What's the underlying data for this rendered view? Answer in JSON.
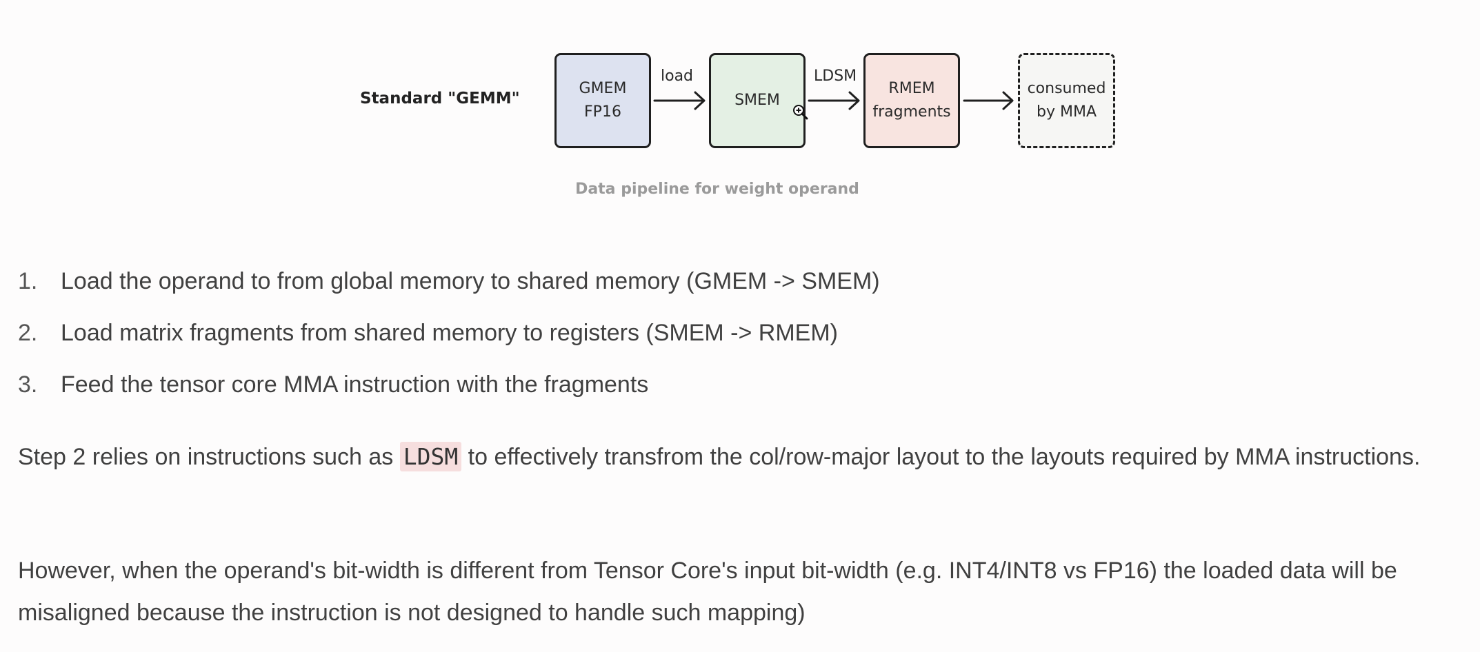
{
  "diagram": {
    "row_label": "Standard \"GEMM\"",
    "boxes": {
      "gmem": [
        "GMEM",
        "FP16"
      ],
      "smem": [
        "SMEM"
      ],
      "rmem": [
        "RMEM",
        "fragments"
      ],
      "mma": [
        "consumed",
        "by MMA"
      ]
    },
    "arrow_labels": {
      "load": "load",
      "ldsm": "LDSM"
    },
    "caption": "Data pipeline for weight operand",
    "colors": {
      "gmem": "#dde2f0",
      "smem": "#e4f0e4",
      "rmem": "#f8e4e0",
      "mma": "#f6f6f4"
    }
  },
  "steps": [
    {
      "num": "1.",
      "text": "Load the operand to from global memory to shared memory (GMEM -> SMEM)"
    },
    {
      "num": "2.",
      "text": "Load matrix fragments from shared memory to registers (SMEM -> RMEM)"
    },
    {
      "num": "3.",
      "text": "Feed the tensor core MMA instruction with the fragments"
    }
  ],
  "paragraph1": {
    "before": "Step 2 relies on instructions such as ",
    "code": "LDSM",
    "after": " to effectively transfrom the col/row-major layout to the layouts required by MMA instructions."
  },
  "paragraph2": "However, when the operand's bit-width is different from Tensor Core's input bit-width (e.g. INT4/INT8 vs FP16) the loaded data will be misaligned because the instruction is not designed to handle such mapping)",
  "icons": {
    "cursor": "zoom-in-cursor-icon"
  }
}
